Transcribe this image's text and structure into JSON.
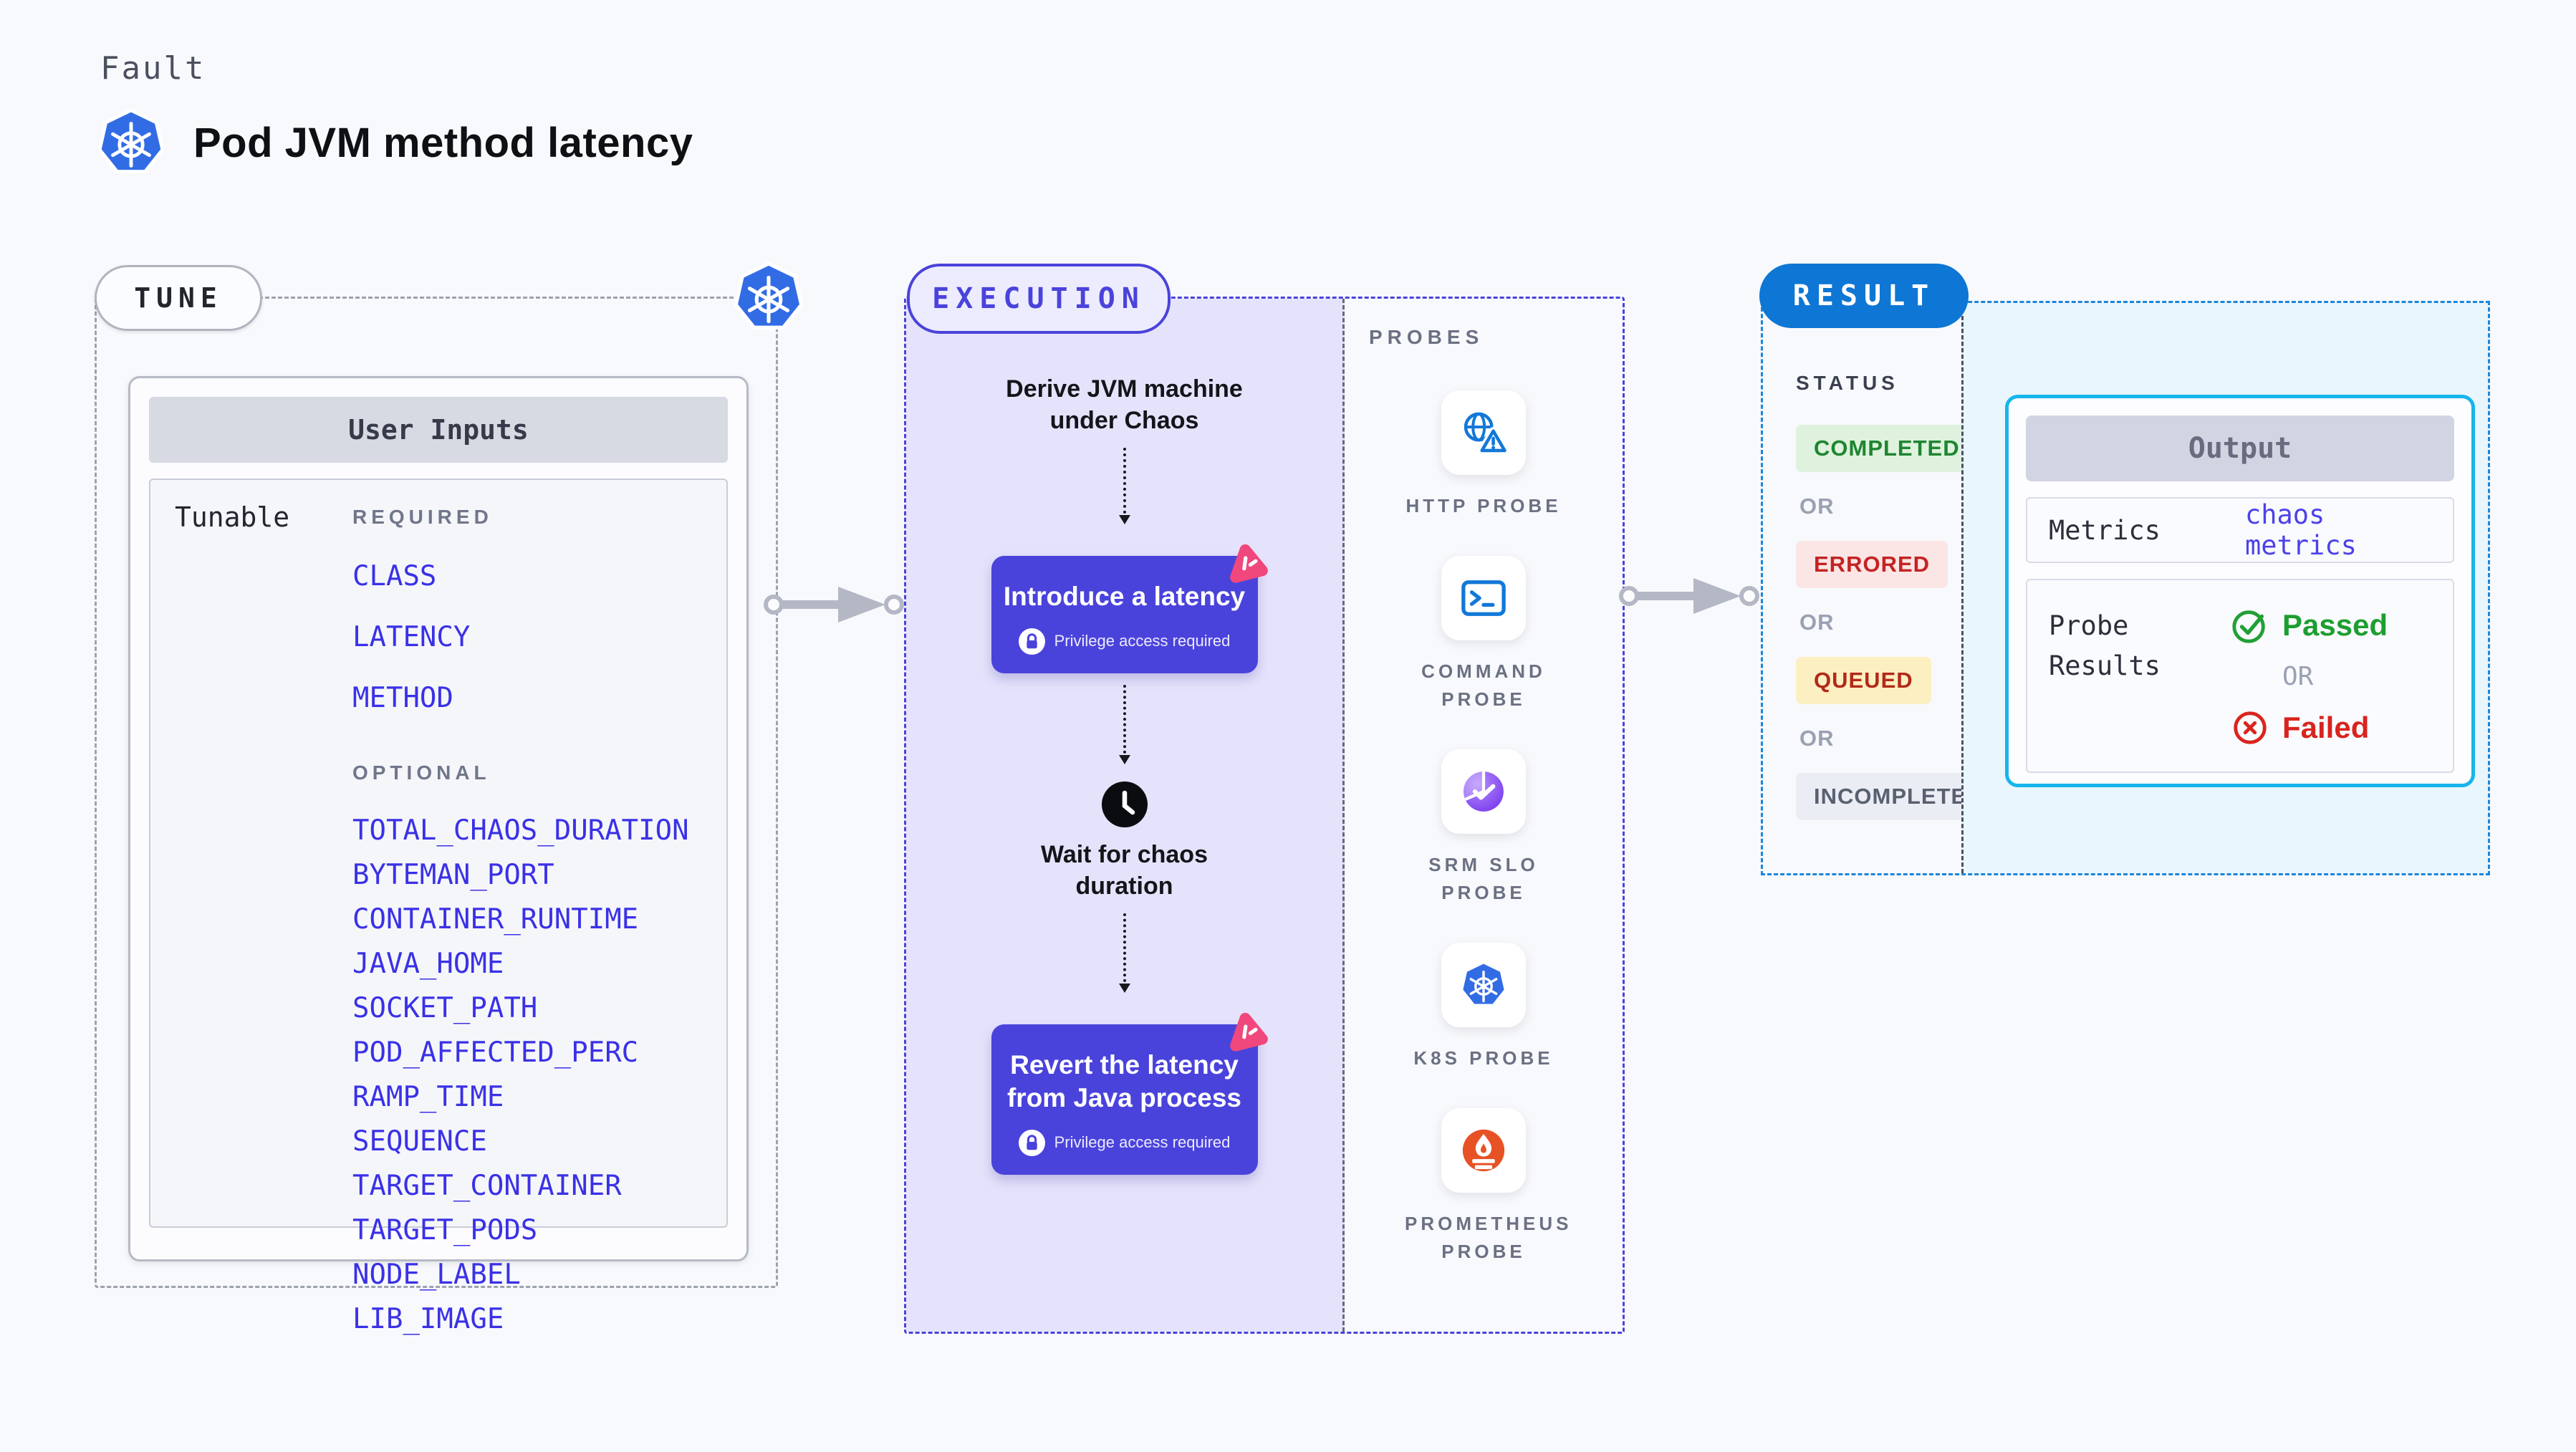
{
  "header": {
    "kicker": "Fault",
    "title": "Pod JVM method latency",
    "icon": "kubernetes-icon"
  },
  "tune": {
    "badge": "TUNE",
    "user_inputs": {
      "title": "User Inputs",
      "row_label": "Tunable",
      "required_label": "REQUIRED",
      "required_params": [
        "CLASS",
        "LATENCY",
        "METHOD"
      ],
      "optional_label": "OPTIONAL",
      "optional_params": [
        "TOTAL_CHAOS_DURATION",
        "BYTEMAN_PORT",
        "CONTAINER_RUNTIME",
        "JAVA_HOME",
        "SOCKET_PATH",
        "POD_AFFECTED_PERC",
        "RAMP_TIME",
        "SEQUENCE",
        "TARGET_CONTAINER",
        "TARGET_PODS",
        "NODE_LABEL",
        "LIB_IMAGE"
      ]
    }
  },
  "execution": {
    "badge": "EXECUTION",
    "steps": {
      "derive": "Derive JVM machine under Chaos",
      "introduce": "Introduce a latency",
      "privilege": "Privilege access required",
      "wait": "Wait for chaos duration",
      "revert": "Revert the latency from Java process"
    },
    "probes": {
      "label": "PROBES",
      "items": [
        {
          "name": "HTTP PROBE",
          "icon": "globe-alert-icon"
        },
        {
          "name": "COMMAND PROBE",
          "icon": "terminal-icon"
        },
        {
          "name": "SRM SLO PROBE",
          "icon": "slo-gauge-icon"
        },
        {
          "name": "K8S PROBE",
          "icon": "kubernetes-icon"
        },
        {
          "name": "PROMETHEUS PROBE",
          "icon": "prometheus-icon"
        }
      ]
    }
  },
  "result": {
    "badge": "RESULT",
    "status_label": "STATUS",
    "or_label": "OR",
    "statuses": [
      {
        "label": "COMPLETED",
        "bg": "#def2dd",
        "color": "#1e8531"
      },
      {
        "label": "ERRORED",
        "bg": "#fbe5e5",
        "color": "#c42323"
      },
      {
        "label": "QUEUED",
        "bg": "#fcefc2",
        "color": "#b22a18"
      },
      {
        "label": "INCOMPLETED",
        "bg": "#ebedf4",
        "color": "#596070"
      }
    ],
    "output": {
      "title": "Output",
      "metrics_label": "Metrics",
      "metrics_value": "chaos metrics",
      "probe_results_label": "Probe Results",
      "passed": "Passed",
      "failed": "Failed"
    }
  },
  "colors": {
    "accent_indigo": "#4a43db",
    "accent_blue": "#0e76d4",
    "accent_cyan": "#17b5ea",
    "kubernetes_blue": "#326ce5",
    "pink_badge": "#f0487c",
    "passed_green": "#1d9e30",
    "failed_red": "#d8241e",
    "lavender_panel": "#e5e3fb",
    "cyan_panel": "#e9f6fd",
    "page_bg": "#f8f9fc"
  }
}
